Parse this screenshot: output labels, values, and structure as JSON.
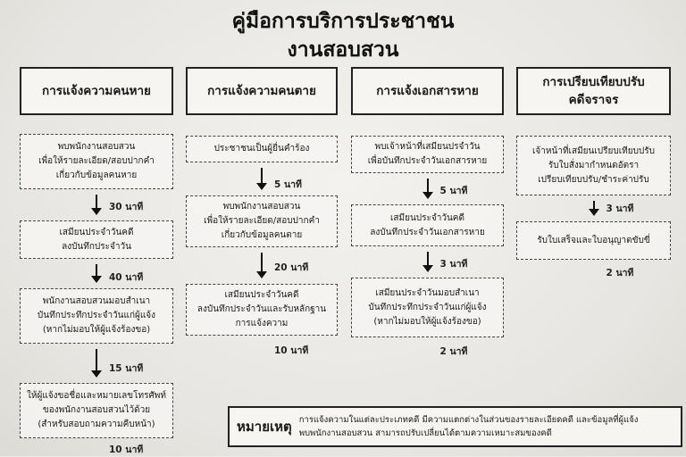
{
  "title": {
    "line1": "คู่มือการบริการประชาชน",
    "line2": "งานสอบสวน"
  },
  "columns": [
    {
      "header": "การแจ้งความคนหาย",
      "steps": [
        "พบพนักงานสอบสวน\nเพื่อให้รายละเอียด/สอบปากคำ\nเกี่ยวกับข้อมูลคนหาย",
        "เสมียนประจำวันคดี\nลงบันทึกประจำวัน",
        "พนักงานสอบสวนมอบสำเนา\nบันทึกประทึกประจำวันแก่ผู้แจ้ง\n(หากไม่มอบให้ผู้แจ้งร้องขอ)",
        "ให้ผู้แจ้งขอชื่อและหมายเลขโทรศัพท์\nของพนักงานสอบสวนไว้ด้วย\n(สำหรับสอบถามความคืบหน้า)"
      ],
      "times": [
        "30 นาที",
        "40 นาที",
        "15 นาที",
        "10 นาที"
      ]
    },
    {
      "header": "การแจ้งความคนตาย",
      "steps": [
        "ประชาชนเป็นผู้ยื่นคำร้อง",
        "พบพนักงานสอบสวน\nเพื่อให้รายละเอียด/สอบปากคำ\nเกี่ยวกับข้อมูลคนตาย",
        "เสมียนประจำวันคดี\nลงบันทึกประจำวันและรับหลักฐาน\nการแจ้งความ"
      ],
      "times": [
        "5 นาที",
        "20 นาที",
        "10 นาที"
      ]
    },
    {
      "header": "การแจ้งเอกสารหาย",
      "steps": [
        "พบเจ้าหน้าที่เสมียนปรจำวัน\nเพื่อบันทึกประจำวันเอกสารหาย",
        "เสมียนประจำวันคดี\nลงบันทึกประจำวันเอกสารหาย",
        "เสมียนประจำวันมอบสำเนา\nบันทึกประทึกประจำวันแก่ผู้แจ้ง\n(หากไม่มอบให้ผู้แจ้งร้องขอ)"
      ],
      "times": [
        "5 นาที",
        "3 นาที",
        "2 นาที"
      ]
    },
    {
      "header": "การเปรียบเทียบปรับ\nคดีจราจร",
      "steps": [
        "เจ้าหน้าที่เสมียนเปรียบเทียบปรับ\nรับใบสั่งมากำหนดอัตรา\nเปรียบเทียบปรับ/ชำระค่าปรับ",
        "รับใบเสร็จและใบอนุญาตขับขี่"
      ],
      "times": [
        "3 นาที",
        "2 นาที"
      ]
    }
  ],
  "note": {
    "label": "หมายเหตุ",
    "text": "การแจ้งความในแต่ละประเภทคดี มีความแตกต่างในส่วนของรายละเอียดคดี และข้อมูลที่ผู้แจ้ง\nพบพนักงานสอบสวน สามารถปรับเปลี่ยนได้ตามความเหมาะสมของคดี"
  }
}
